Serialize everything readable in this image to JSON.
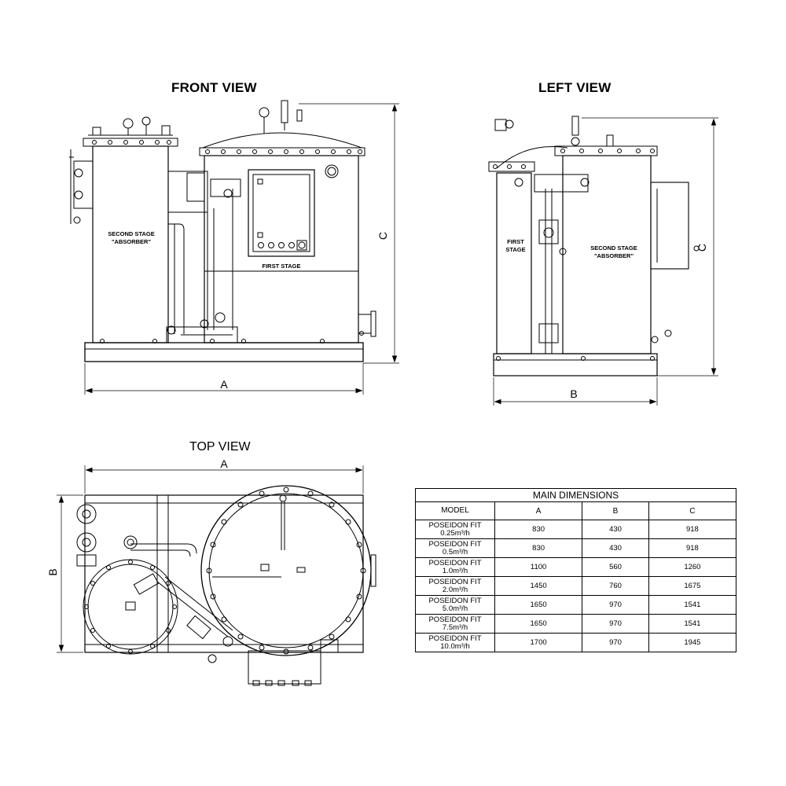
{
  "views": {
    "front": {
      "title": "FRONT VIEW",
      "second_stage_line1": "SECOND STAGE",
      "second_stage_line2": "\"ABSORBER\"",
      "first_stage": "FIRST STAGE",
      "dim_a": "A",
      "dim_c": "C"
    },
    "left": {
      "title": "LEFT VIEW",
      "first_stage_line1": "FIRST",
      "first_stage_line2": "STAGE",
      "second_stage_line1": "SECOND STAGE",
      "second_stage_line2": "\"ABSORBER\"",
      "dim_b": "B",
      "dim_c": "C"
    },
    "top": {
      "title": "TOP VIEW",
      "dim_a": "A",
      "dim_b": "B"
    }
  },
  "table": {
    "title": "MAIN DIMENSIONS",
    "headers": [
      "MODEL",
      "A",
      "B",
      "C"
    ],
    "rows": [
      {
        "model_line1": "POSEIDON FIT",
        "model_line2": "0.25m³/h",
        "a": "830",
        "b": "430",
        "c": "918"
      },
      {
        "model_line1": "POSEIDON FIT",
        "model_line2": "0.5m³/h",
        "a": "830",
        "b": "430",
        "c": "918"
      },
      {
        "model_line1": "POSEIDON FIT",
        "model_line2": "1.0m³/h",
        "a": "1100",
        "b": "560",
        "c": "1260"
      },
      {
        "model_line1": "POSEIDON FIT",
        "model_line2": "2.0m³/h",
        "a": "1450",
        "b": "760",
        "c": "1675"
      },
      {
        "model_line1": "POSEIDON FIT",
        "model_line2": "5.0m³/h",
        "a": "1650",
        "b": "970",
        "c": "1541"
      },
      {
        "model_line1": "POSEIDON FIT",
        "model_line2": "7.5m³/h",
        "a": "1650",
        "b": "970",
        "c": "1541"
      },
      {
        "model_line1": "POSEIDON FIT",
        "model_line2": "10.0m³/h",
        "a": "1700",
        "b": "970",
        "c": "1945"
      }
    ]
  }
}
